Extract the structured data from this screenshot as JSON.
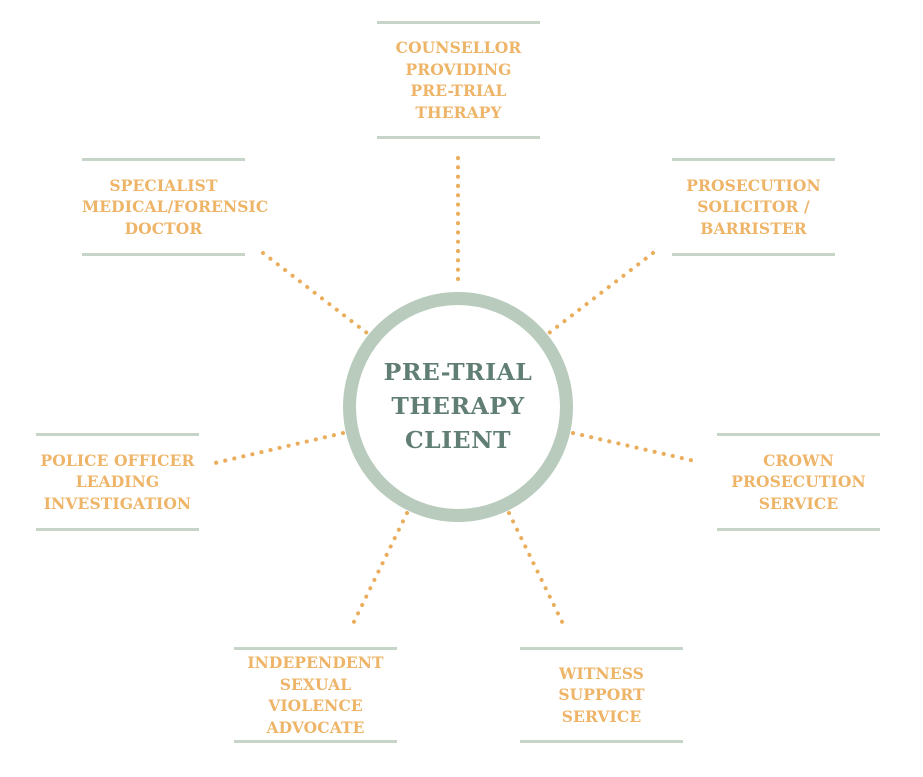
{
  "colors": {
    "connector": "#e9ad5c",
    "node_text": "#eeb468",
    "ring": "#b8cbbc",
    "center_text": "#607e74",
    "rule": "#c7d5c9"
  },
  "center": {
    "label": "PRE-TRIAL\nTHERAPY\nCLIENT"
  },
  "nodes": [
    {
      "id": "counsellor",
      "label": "COUNSELLOR\nPROVIDING\nPRE-TRIAL\nTHERAPY"
    },
    {
      "id": "prosecution-solicitor",
      "label": "PROSECUTION\nSOLICITOR /\nBARRISTER"
    },
    {
      "id": "crown-prosecution",
      "label": "CROWN\nPROSECUTION\nSERVICE"
    },
    {
      "id": "witness-support",
      "label": "WITNESS\nSUPPORT\nSERVICE"
    },
    {
      "id": "isva",
      "label": "INDEPENDENT\nSEXUAL VIOLENCE\nADVOCATE"
    },
    {
      "id": "police-officer",
      "label": "POLICE OFFICER\nLEADING\nINVESTIGATION"
    },
    {
      "id": "forensic-doctor",
      "label": "SPECIALIST\nMEDICAL/FORENSIC\nDOCTOR"
    }
  ]
}
